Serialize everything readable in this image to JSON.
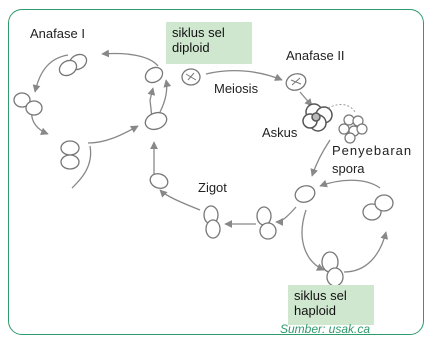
{
  "labels": {
    "anafase1": "Anafase I",
    "anafase2": "Anafase II",
    "meiosis": "Meiosis",
    "askus": "Askus",
    "penyebaran": "Penyebaran",
    "spora": "spora",
    "zigot": "Zigot"
  },
  "boxes": {
    "diploid": [
      "siklus sel",
      "diploid"
    ],
    "haploid": [
      "siklus sel",
      "haploid"
    ]
  },
  "source": "Sumber: usak.ca",
  "colors": {
    "frame": "#2f9a6c",
    "box_fill": "#cfe6cf",
    "cell_stroke": "#777777",
    "arrow": "#888888"
  }
}
